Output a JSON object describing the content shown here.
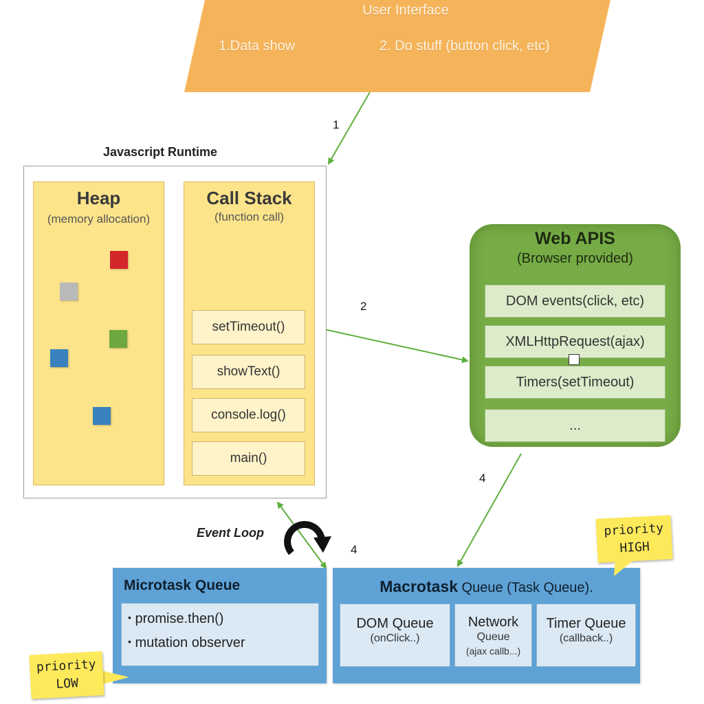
{
  "ui": {
    "title": "User Interface",
    "item1": "1.Data show",
    "item2": "2. Do stuff (button click, etc)"
  },
  "steps": {
    "s1": "1",
    "s2": "2",
    "s4a": "4",
    "s4b": "4"
  },
  "runtime": {
    "title": "Javascript Runtime",
    "heap": {
      "title": "Heap",
      "subtitle": "(memory allocation)"
    },
    "stack": {
      "title": "Call Stack",
      "subtitle": "(function call)",
      "frames": [
        "setTimeout()",
        "showText()",
        "console.log()",
        "main()"
      ]
    }
  },
  "heap_colors": [
    "#d3262a",
    "#b9b9b9",
    "#6da83f",
    "#3a82bd",
    "#3a82bd"
  ],
  "web_apis": {
    "title": "Web APIS",
    "subtitle": "(Browser provided)",
    "items": [
      "DOM events(click, etc)",
      "XMLHttpRequest(ajax)",
      "Timers(setTimeout)",
      "..."
    ]
  },
  "event_loop": {
    "label": "Event Loop"
  },
  "microtask": {
    "title": "Microtask Queue",
    "items": [
      "promise.then()",
      "mutation observer"
    ]
  },
  "macrotask": {
    "title_bold": "Macrotask",
    "title_rest": " Queue (Task Queue).",
    "queues": [
      {
        "name": "DOM Queue",
        "sub": "(onClick..)"
      },
      {
        "name": "Network",
        "name2": "Queue",
        "sub": "(ajax callb...)"
      },
      {
        "name": "Timer Queue",
        "sub": "(callback..)"
      }
    ]
  },
  "notes": {
    "high_l1": "priority",
    "high_l2": "HIGH",
    "low_l1": "priority",
    "low_l2": "LOW"
  },
  "colors": {
    "arrow": "#5fae3e",
    "ui": "#f6b45a",
    "web": "#76ab45",
    "queue": "#5ea2d6",
    "note": "#fde95a",
    "panel": "#fde48a"
  }
}
